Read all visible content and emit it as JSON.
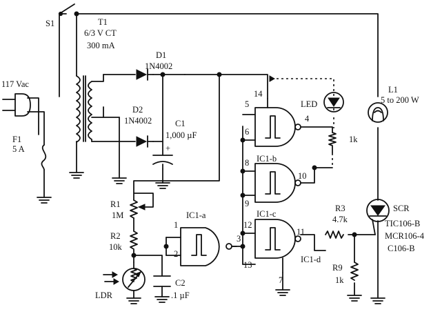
{
  "components": {
    "switch": {
      "name": "S1"
    },
    "mains": {
      "label": "117 Vac"
    },
    "fuse": {
      "name": "F1",
      "rating": "5 A"
    },
    "transformer": {
      "name": "T1",
      "rating": "6/3 V CT",
      "current": "300 mA"
    },
    "diode1": {
      "name": "D1",
      "part": "1N4002"
    },
    "diode2": {
      "name": "D2",
      "part": "1N4002"
    },
    "cap1": {
      "name": "C1",
      "value": "1,000 µF",
      "polarity": "+"
    },
    "pot": {
      "name": "R1",
      "value": "1M"
    },
    "r2": {
      "name": "R2",
      "value": "10k"
    },
    "ldr": {
      "name": "LDR"
    },
    "cap2": {
      "name": "C2",
      "value": ".1 µF"
    },
    "gate_a": {
      "name": "IC1-a"
    },
    "gate_b": {
      "name": "IC1-b"
    },
    "gate_c": {
      "name": "IC1-c"
    },
    "gate_d": {
      "name": "IC1-d"
    },
    "led": {
      "name": "LED"
    },
    "r_led": {
      "value": "1k"
    },
    "lamp": {
      "name": "L1",
      "rating": "5 to 200 W"
    },
    "r3": {
      "name": "R3",
      "value": "4.7k"
    },
    "r9": {
      "name": "R9",
      "value": "1k"
    },
    "scr": {
      "name": "SCR",
      "parts": [
        "TIC106-B",
        "MCR106-4",
        "C106-B"
      ]
    }
  },
  "pins": {
    "p1": "1",
    "p2": "2",
    "p3": "3",
    "p4": "4",
    "p5": "5",
    "p6": "6",
    "p7": "7",
    "p8": "8",
    "p9": "9",
    "p10": "10",
    "p11": "11",
    "p12": "12",
    "p13": "13",
    "p14": "14"
  }
}
